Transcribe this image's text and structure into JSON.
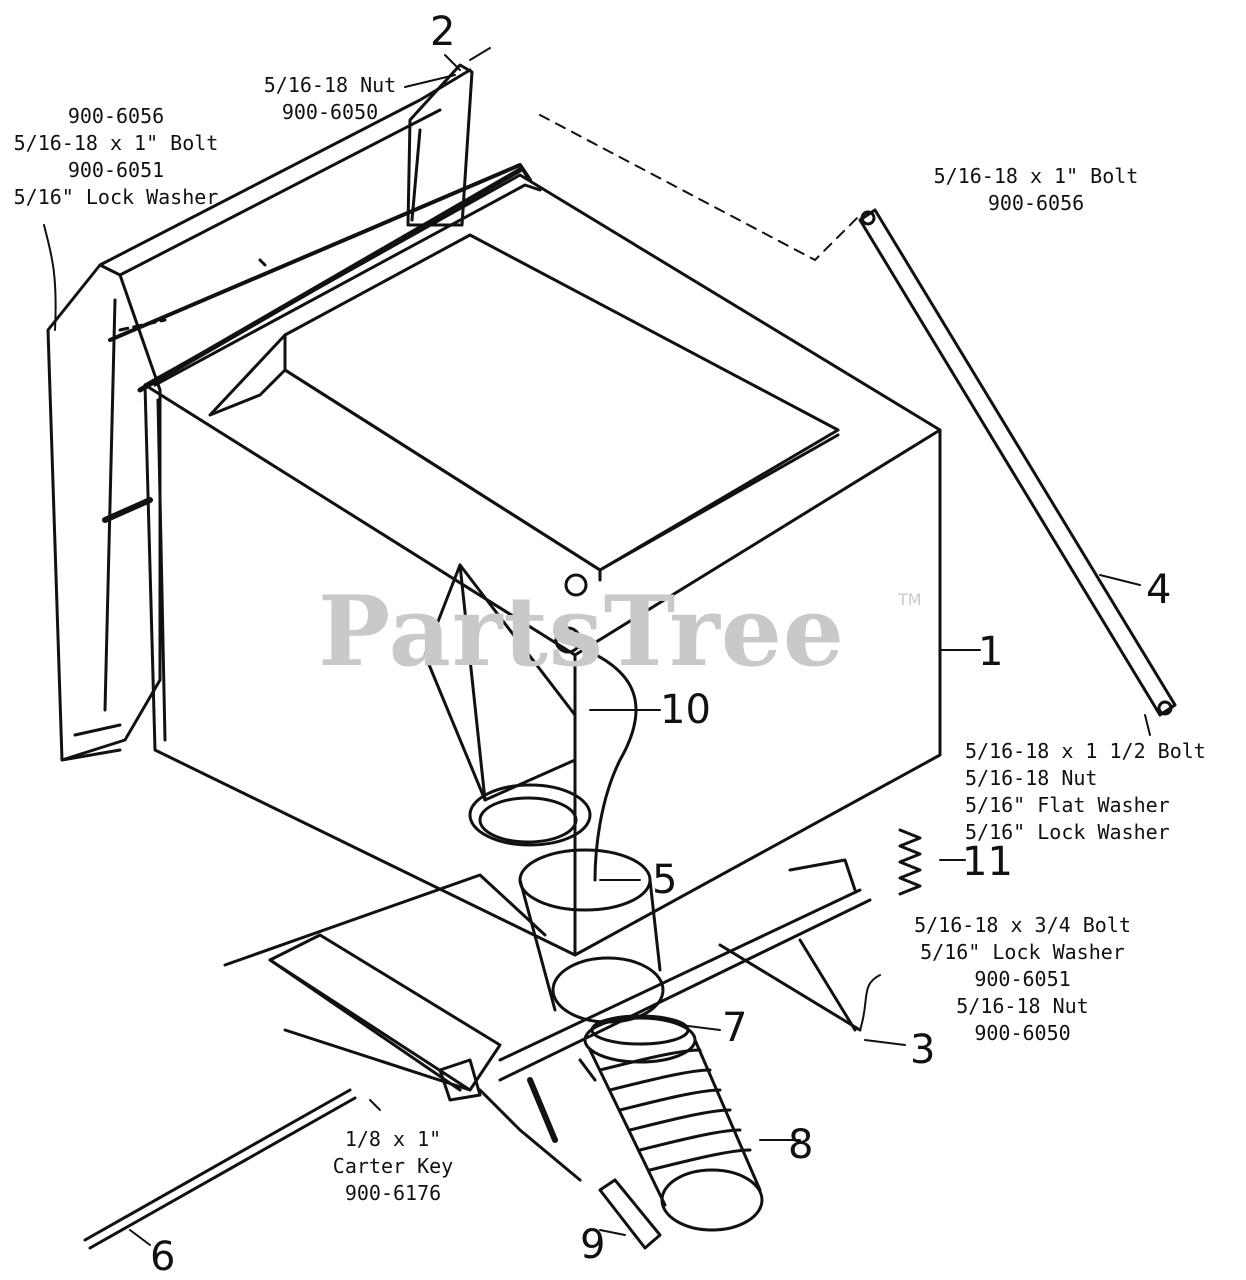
{
  "watermark": {
    "text": "PartsTree",
    "tm": "TM"
  },
  "callouts": [
    {
      "id": "c1",
      "number": "1"
    },
    {
      "id": "c2",
      "number": "2"
    },
    {
      "id": "c3",
      "number": "3"
    },
    {
      "id": "c4",
      "number": "4"
    },
    {
      "id": "c5",
      "number": "5"
    },
    {
      "id": "c6",
      "number": "6"
    },
    {
      "id": "c7",
      "number": "7"
    },
    {
      "id": "c8",
      "number": "8"
    },
    {
      "id": "c9",
      "number": "9"
    },
    {
      "id": "c10",
      "number": "10"
    },
    {
      "id": "c11",
      "number": "11"
    }
  ],
  "labels": {
    "top_left": [
      "900-6056",
      "5/16-18 x 1\" Bolt",
      "900-6051",
      "5/16\" Lock Washer"
    ],
    "top_nut": [
      "5/16-18 Nut",
      "900-6050"
    ],
    "top_right": [
      "5/16-18 x 1\" Bolt",
      "900-6056"
    ],
    "right_mid": [
      "5/16-18 x 1 1/2 Bolt",
      "5/16-18 Nut",
      "5/16\" Flat Washer",
      "5/16\" Lock Washer"
    ],
    "right_low": [
      "5/16-18 x 3/4 Bolt",
      "5/16\" Lock Washer",
      "900-6051",
      "5/16-18 Nut",
      "900-6050"
    ],
    "bottom_left": [
      "1/8 x 1\"",
      "Carter Key",
      "900-6176"
    ]
  }
}
